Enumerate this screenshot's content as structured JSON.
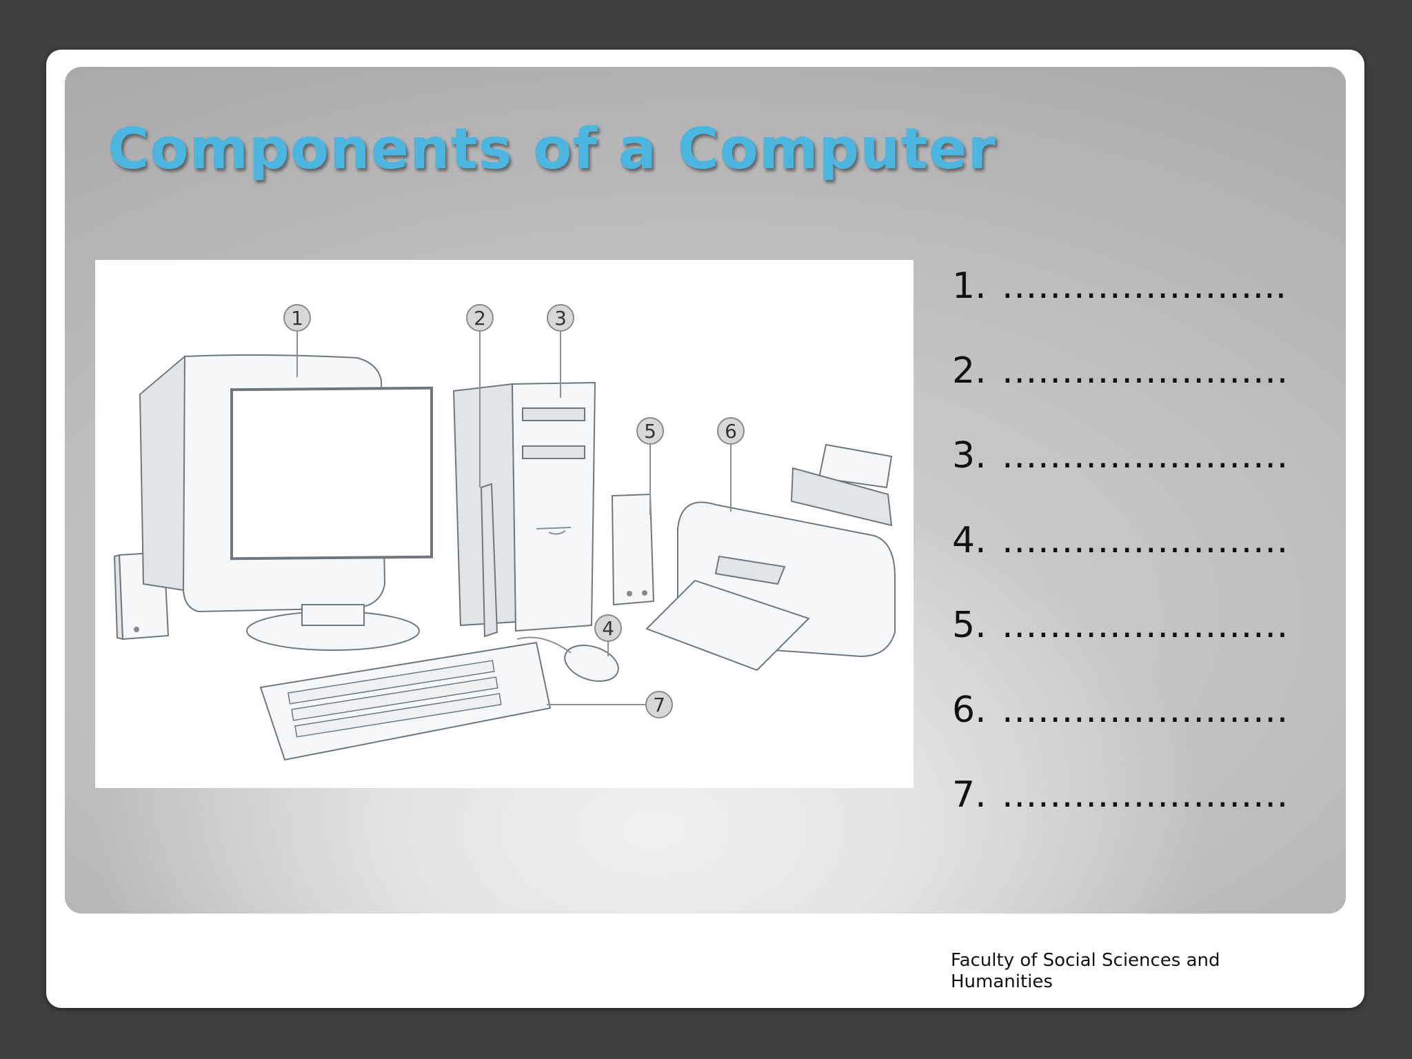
{
  "slide": {
    "title": "Components of a Computer",
    "answers": [
      {
        "number": "1.",
        "blank": "…………………..."
      },
      {
        "number": "2.",
        "blank": "……………………"
      },
      {
        "number": "3.",
        "blank": "……………………"
      },
      {
        "number": "4.",
        "blank": "……………………"
      },
      {
        "number": "5.",
        "blank": "……………………"
      },
      {
        "number": "6.",
        "blank": "……………………"
      },
      {
        "number": "7.",
        "blank": "……………………"
      }
    ],
    "footer": "Faculty of Social Sciences and Humanities"
  },
  "diagram": {
    "callouts": [
      "1",
      "2",
      "3",
      "4",
      "5",
      "6",
      "7"
    ]
  },
  "colors": {
    "title": "#4cb6e0",
    "background": "#3e3e3e"
  }
}
